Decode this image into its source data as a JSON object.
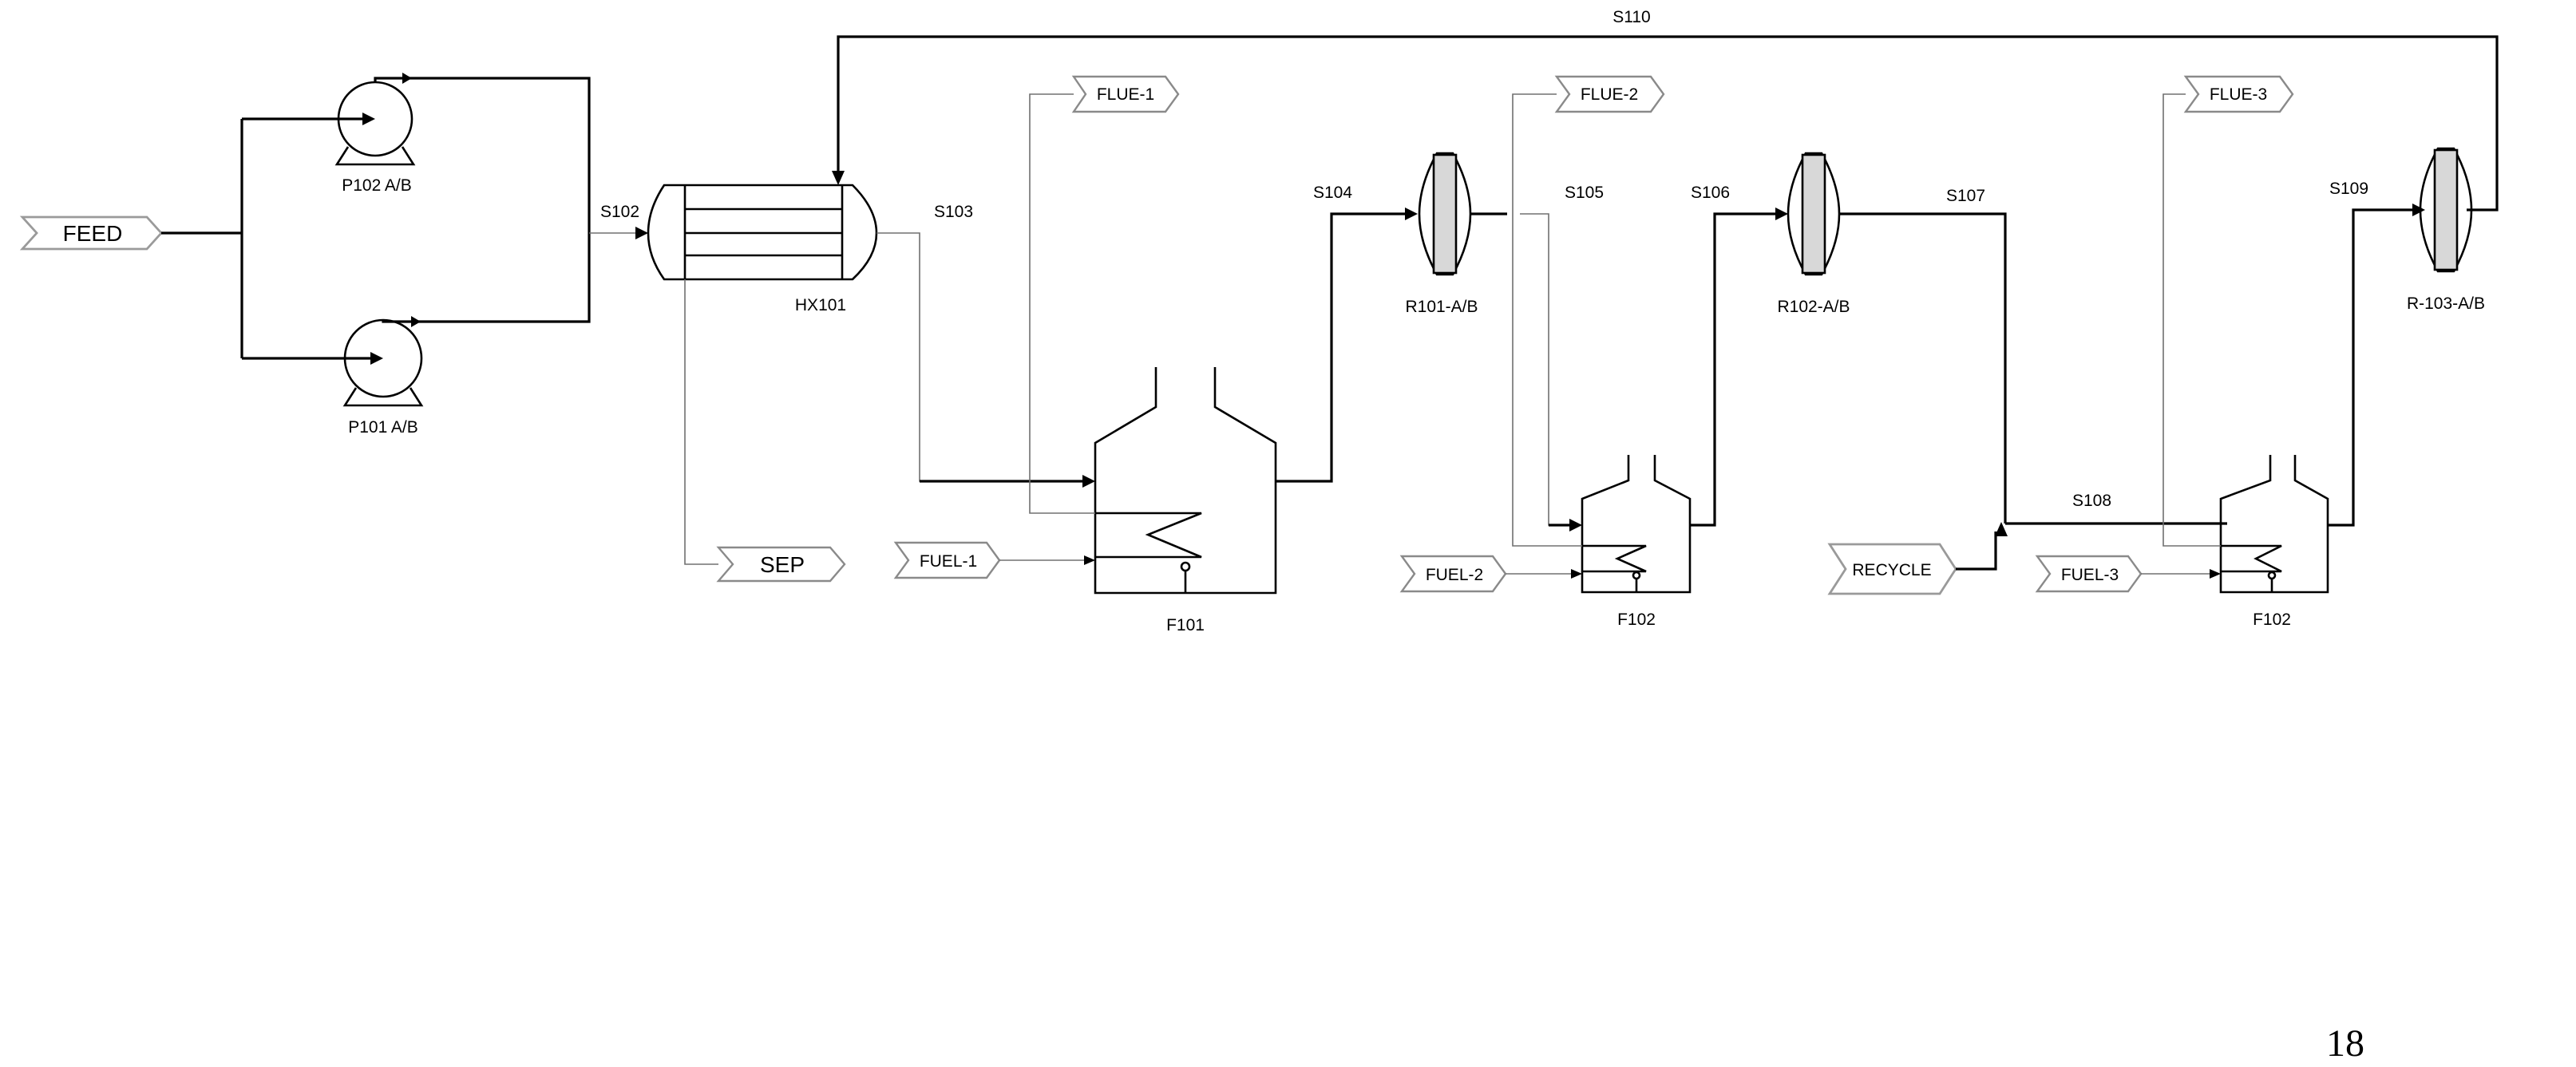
{
  "diagram": {
    "streams": {
      "feed": "FEED",
      "sep": "SEP",
      "recycle": "RECYCLE",
      "flue1": "FLUE-1",
      "flue2": "FLUE-2",
      "flue3": "FLUE-3",
      "fuel1": "FUEL-1",
      "fuel2": "FUEL-2",
      "fuel3": "FUEL-3"
    },
    "stream_ids": {
      "s102": "S102",
      "s103": "S103",
      "s104": "S104",
      "s105": "S105",
      "s106": "S106",
      "s107": "S107",
      "s108": "S108",
      "s109": "S109",
      "s110": "S110"
    },
    "equipment": {
      "p102": "P102 A/B",
      "p101": "P101 A/B",
      "hx101": "HX101",
      "f101": "F101",
      "f102a": "F102",
      "f102b": "F102",
      "r101": "R101-A/B",
      "r102": "R102-A/B",
      "r103": "R-103-A/B"
    }
  },
  "page_number": "18"
}
